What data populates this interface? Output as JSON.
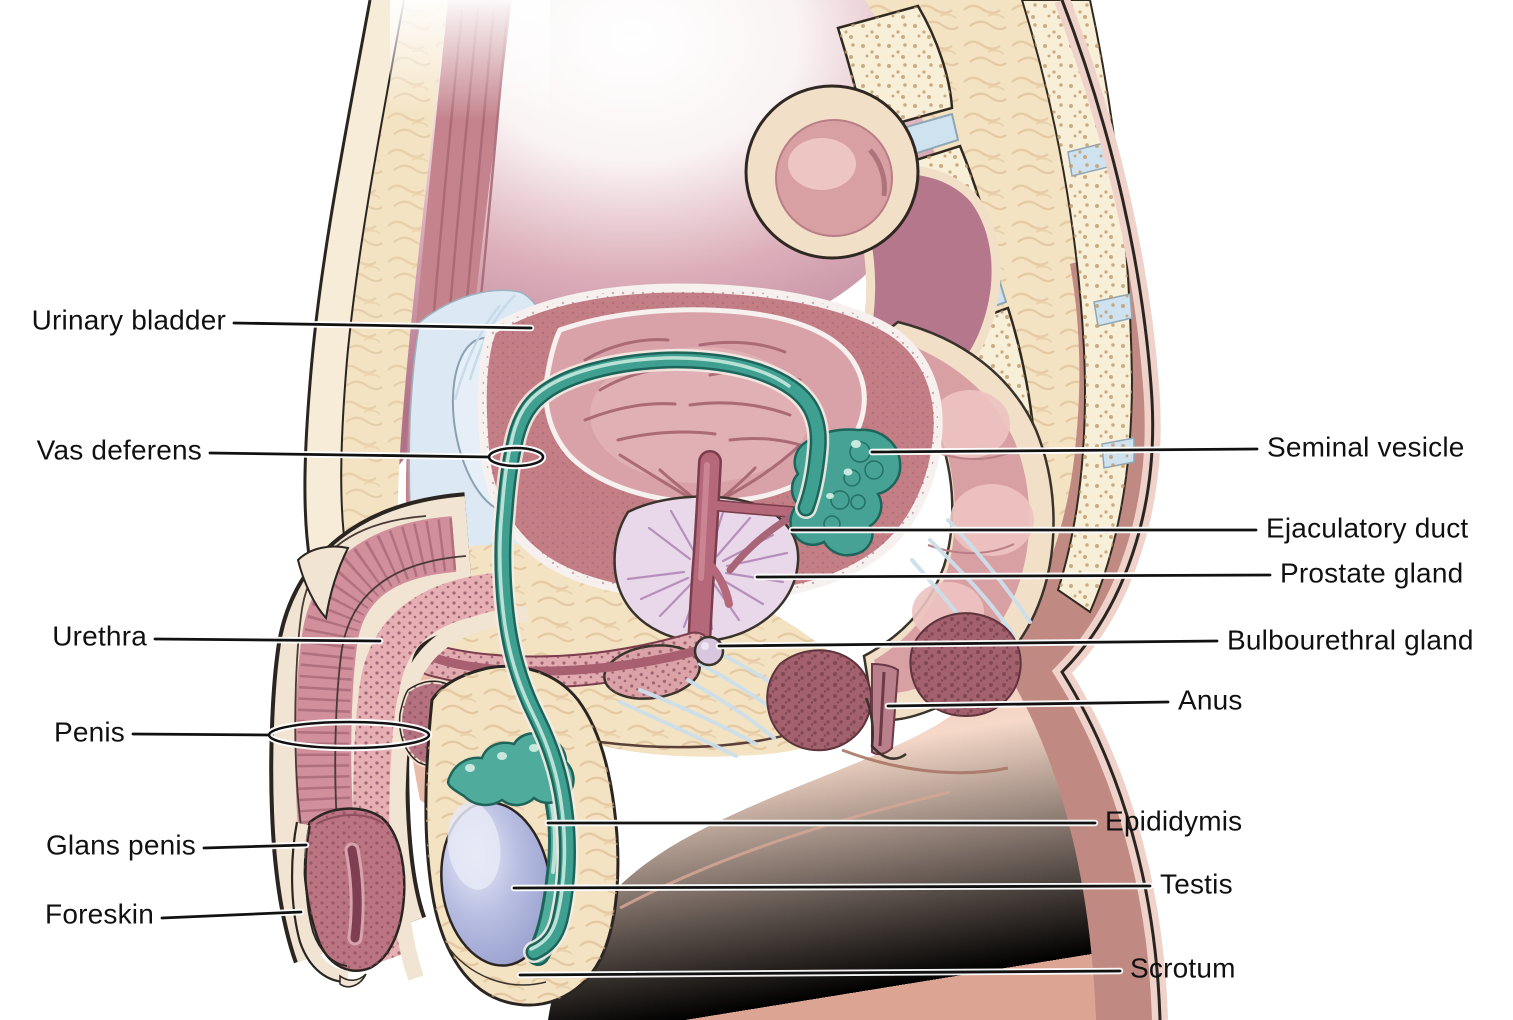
{
  "labels": [
    {
      "id": "urinary-bladder",
      "text": "Urinary bladder",
      "side": "left"
    },
    {
      "id": "vas-deferens",
      "text": "Vas deferens",
      "side": "left"
    },
    {
      "id": "urethra",
      "text": "Urethra",
      "side": "left"
    },
    {
      "id": "penis",
      "text": "Penis",
      "side": "left"
    },
    {
      "id": "glans-penis",
      "text": "Glans penis",
      "side": "left"
    },
    {
      "id": "foreskin",
      "text": "Foreskin",
      "side": "left"
    },
    {
      "id": "seminal-vesicle",
      "text": "Seminal vesicle",
      "side": "right"
    },
    {
      "id": "ejaculatory-duct",
      "text": "Ejaculatory duct",
      "side": "right"
    },
    {
      "id": "prostate-gland",
      "text": "Prostate gland",
      "side": "right"
    },
    {
      "id": "bulbourethral-gland",
      "text": "Bulbourethral gland",
      "side": "right"
    },
    {
      "id": "anus",
      "text": "Anus",
      "side": "right"
    },
    {
      "id": "epididymis",
      "text": "Epididymis",
      "side": "right"
    },
    {
      "id": "testis",
      "text": "Testis",
      "side": "right"
    },
    {
      "id": "scrotum",
      "text": "Scrotum",
      "side": "right"
    }
  ],
  "colors": {
    "background": "#ffffff",
    "label_text": "#111111",
    "leader_line": "#111111",
    "duct_teal": "#3fa092",
    "duct_teal_dark": "#1d655a",
    "bladder_wall": "#c47e86",
    "bladder_mucosa": "#d9a2a8",
    "prostate_lavender": "#e9d8e9",
    "testis_periwinkle": "#a7aed6",
    "bone_cream": "#f4e3c3",
    "disc_blue": "#cfe2ef",
    "muscle_rose": "#c5848d",
    "skin_flesh": "#edc0ae",
    "sphincter_maroon": "#a2616c",
    "cavity_mauve": "#b87e93"
  }
}
